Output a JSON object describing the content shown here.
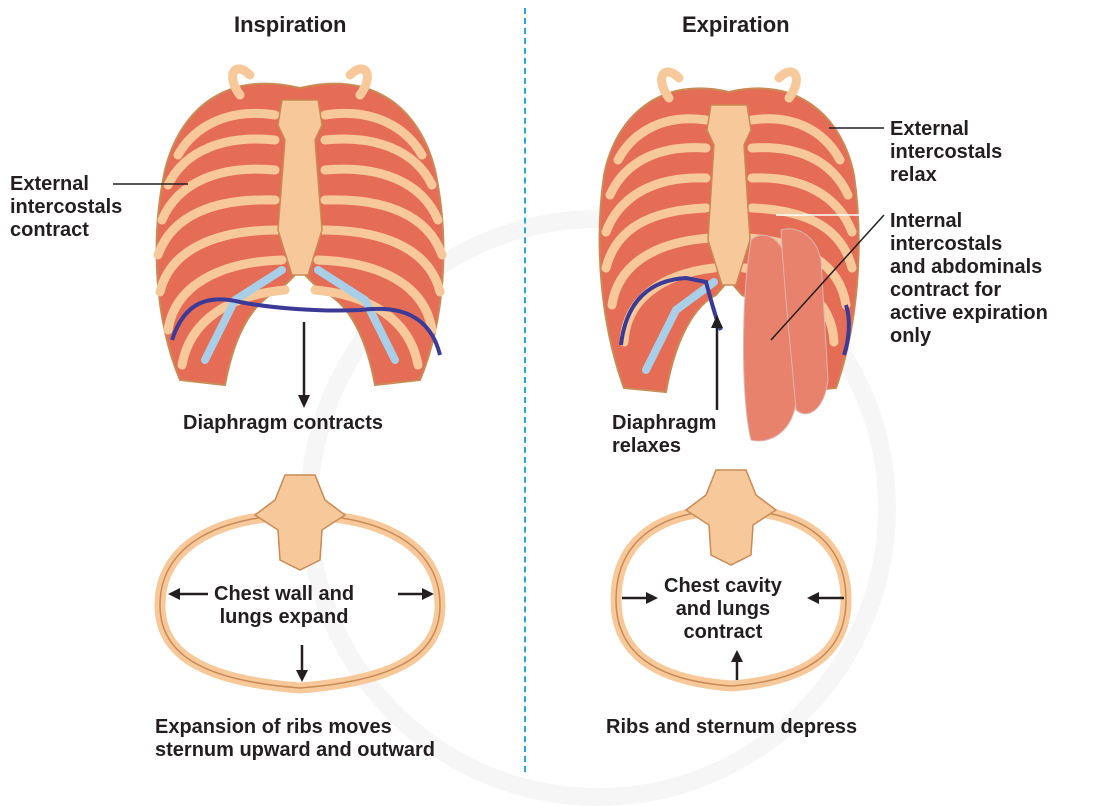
{
  "colors": {
    "rib": "#f7c99a",
    "rib_edge": "#c98a55",
    "muscle": "#e56d56",
    "cartilage": "#a9cfe8",
    "diaphragm": "#3b3a96",
    "divider": "#2aa7d9",
    "text": "#231f20"
  },
  "inspiration": {
    "title": "Inspiration",
    "external_intercostals": "External\nintercostals\ncontract",
    "diaphragm": "Diaphragm contracts",
    "chest": "Chest wall and\nlungs expand",
    "caption": "Expansion of ribs moves\nsternum upward and outward"
  },
  "expiration": {
    "title": "Expiration",
    "external_intercostals": "External\nintercostals\nrelax",
    "internal_intercostals": "Internal\nintercostals\nand abdominals\ncontract for\nactive expiration\nonly",
    "diaphragm": "Diaphragm\nrelaxes",
    "chest": "Chest cavity\nand lungs\ncontract",
    "caption": "Ribs and sternum depress"
  }
}
